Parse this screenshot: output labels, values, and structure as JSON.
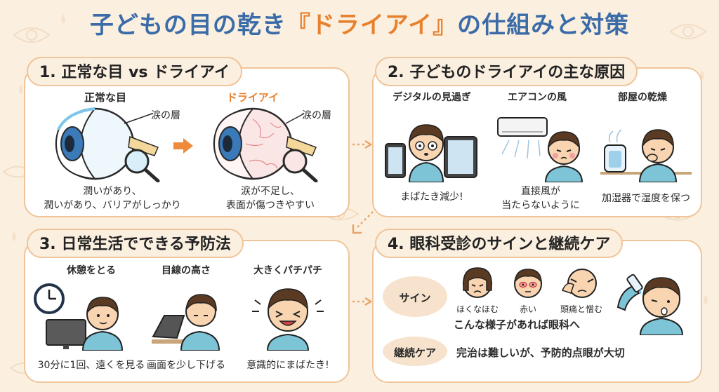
{
  "title": {
    "part1": "子どもの目の乾き",
    "accent": "『ドライアイ』",
    "part2": "の仕組みと対策"
  },
  "colors": {
    "title": "#3b6ca8",
    "accent": "#e8812e",
    "border": "#f0c49a",
    "background": "#fbf0e0"
  },
  "panel1": {
    "title": "1. 正常な目 vs ドライアイ",
    "normal_label": "正常な目",
    "dry_label": "ドライアイ",
    "tear_layer_1": "涙の層",
    "tear_layer_2": "涙の層",
    "normal_caption_1": "潤いがあり、",
    "normal_caption_2": "潤いがあり、バリアがしっかり",
    "dry_caption_1": "涙が不足し、",
    "dry_caption_2": "表面が傷つきやすい"
  },
  "panel2": {
    "title": "2. 子どものドライアイの主な原因",
    "cause1_title": "デジタルの見過ぎ",
    "cause1_caption": "まばたき減少!",
    "cause2_title": "エアコンの風",
    "cause2_caption_1": "直接風が",
    "cause2_caption_2": "当たらないように",
    "cause3_title": "部屋の乾燥",
    "cause3_caption": "加湿器で湿度を保つ"
  },
  "panel3": {
    "title": "3. 日常生活でできる予防法",
    "tip1_title": "休憩をとる",
    "tip1_caption": "30分に1回、遠くを見る",
    "tip2_title": "目線の高さ",
    "tip2_caption": "画面を少し下げる",
    "tip3_title": "大きくパチパチ",
    "tip3_caption": "意識的にまばたき!"
  },
  "panel4": {
    "title": "4. 眼科受診のサインと継続ケア",
    "sign_label": "サイン",
    "sign1": "ほくなほむ",
    "sign2": "赤い",
    "sign3": "頭痛と憎む",
    "sign_caption": "こんな様子があれば眼科へ",
    "care_label": "継続ケア",
    "care_text": "完治は難しいが、予防的点眼が大切"
  }
}
